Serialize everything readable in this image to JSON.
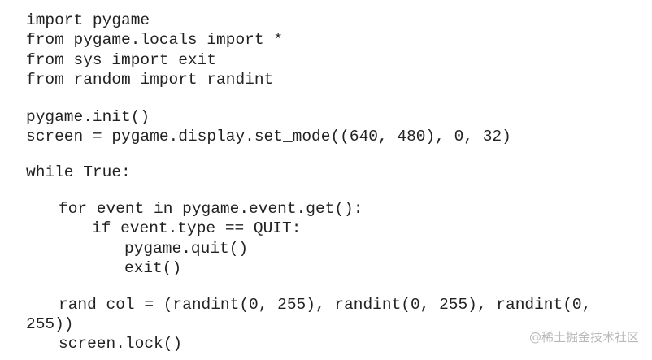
{
  "code_lines": [
    "import pygame",
    "from pygame.locals import *",
    "from sys import exit",
    "from random import randint",
    "pygame.init()",
    "screen = pygame.display.set_mode((640, 480), 0, 32)",
    "while True:",
    "for event in pygame.event.get():",
    "if event.type == QUIT:",
    "pygame.quit()",
    "exit()",
    "rand_col = (randint(0, 255), randint(0, 255), randint(0,",
    "255))",
    "screen.lock()"
  ],
  "watermark": "@稀土掘金技术社区"
}
